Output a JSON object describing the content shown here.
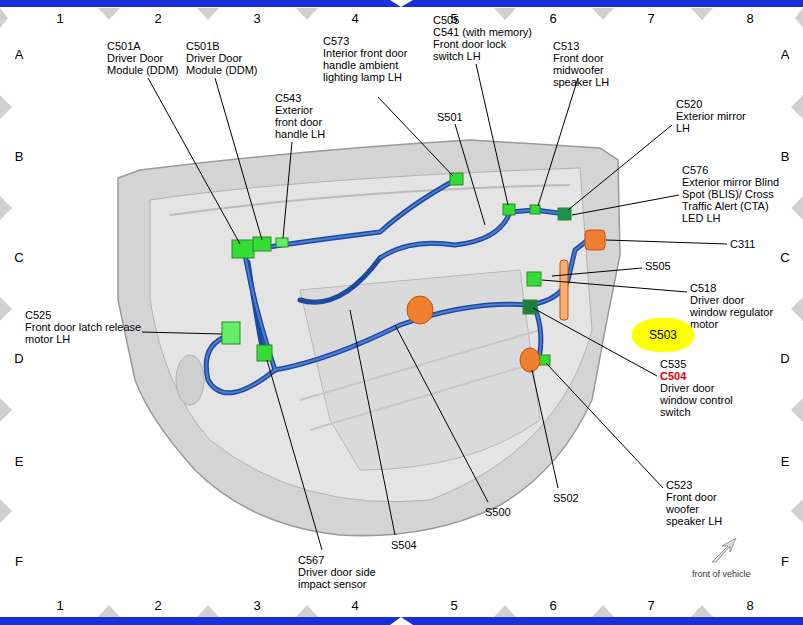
{
  "diagram": {
    "nodes": [
      {
        "text": [
          "S503"
        ]
      }
    ],
    "labels": [
      "1",
      "2",
      "3",
      "4",
      "5",
      "6",
      "7",
      "8",
      "1",
      "2",
      "3",
      "4",
      "5",
      "6",
      "7",
      "8",
      "A",
      "B",
      "C",
      "D",
      "E",
      "F",
      "A",
      "B",
      "C",
      "D",
      "E",
      "F",
      "C501A",
      "Driver Door Module (DDM)",
      "C501B",
      "Driver Door Module (DDM)",
      "C573",
      "Interior front door handle ambient lighting lamp LH",
      "C505",
      "C541 (with memory)",
      "Front door lock switch LH",
      "C513",
      "Front door midwoofer speaker LH",
      "C543",
      "Exterior front door handle LH",
      "S501",
      "C520",
      "Exterior mirror LH",
      "C576",
      "Exterior mirror Blind Spot (BLIS)/ Cross Traffic Alert (CTA) LED LH",
      "C311",
      "S505",
      "C518",
      "Driver door window regulator motor",
      "C525",
      "Front door latch release motor LH",
      "C535",
      "C504",
      "Driver door window control switch",
      "C523",
      "Front door woofer speaker LH",
      "S500",
      "S502",
      "S504",
      "C567",
      "Driver door side impact sensor",
      "front of vehicle"
    ]
  }
}
